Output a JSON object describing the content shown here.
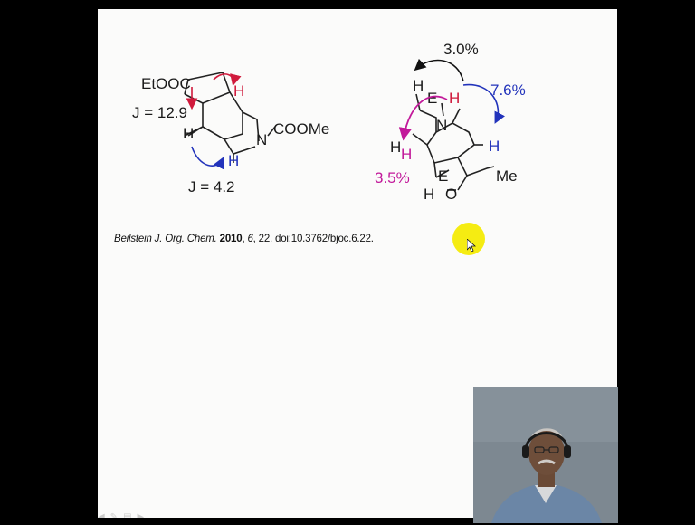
{
  "left_structure": {
    "substituent": "EtOOC",
    "j_large": "J = 12.9",
    "j_small": "J = 4.2",
    "h_red": "H",
    "h_black": "H",
    "h_blue": "H",
    "n_label": "N",
    "n_substituent": "COOMe"
  },
  "right_structure": {
    "noe_top": "3.0%",
    "noe_right": "7.6%",
    "noe_left": "3.5%",
    "h_top": "H",
    "e_top": "E",
    "h_red": "H",
    "n_label": "N",
    "h_left_black": "H",
    "h_left_mag": "H",
    "h_blue": "H",
    "e_bottom": "E",
    "me": "Me",
    "h_bottom": "H",
    "o_label": "O"
  },
  "citation": {
    "journal": "Beilstein J. Org. Chem.",
    "year": "2010",
    "volume": "6",
    "pages": "22.",
    "doi": "doi:10.3762/bjoc.6.22."
  },
  "colors": {
    "red": "#d01a3c",
    "blue": "#2233bb",
    "magenta": "#c2199a",
    "pointer": "#f5ec12"
  }
}
